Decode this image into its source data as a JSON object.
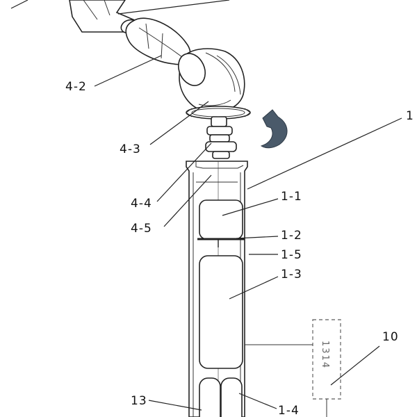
{
  "labels": {
    "l_4_2": "4-2",
    "l_4_3": "4-3",
    "l_4_4": "4-4",
    "l_4_5": "4-5",
    "l_1": "1",
    "l_1_1": "1-1",
    "l_1_2": "1-2",
    "l_1_5": "1-5",
    "l_1_3": "1-3",
    "l_10": "10",
    "l_13": "13",
    "l_1_4": "1-4"
  },
  "box_text": "1314",
  "colors": {
    "line": "#222222",
    "arrow": "#4a5a6a",
    "dashed_box": "#777777"
  }
}
